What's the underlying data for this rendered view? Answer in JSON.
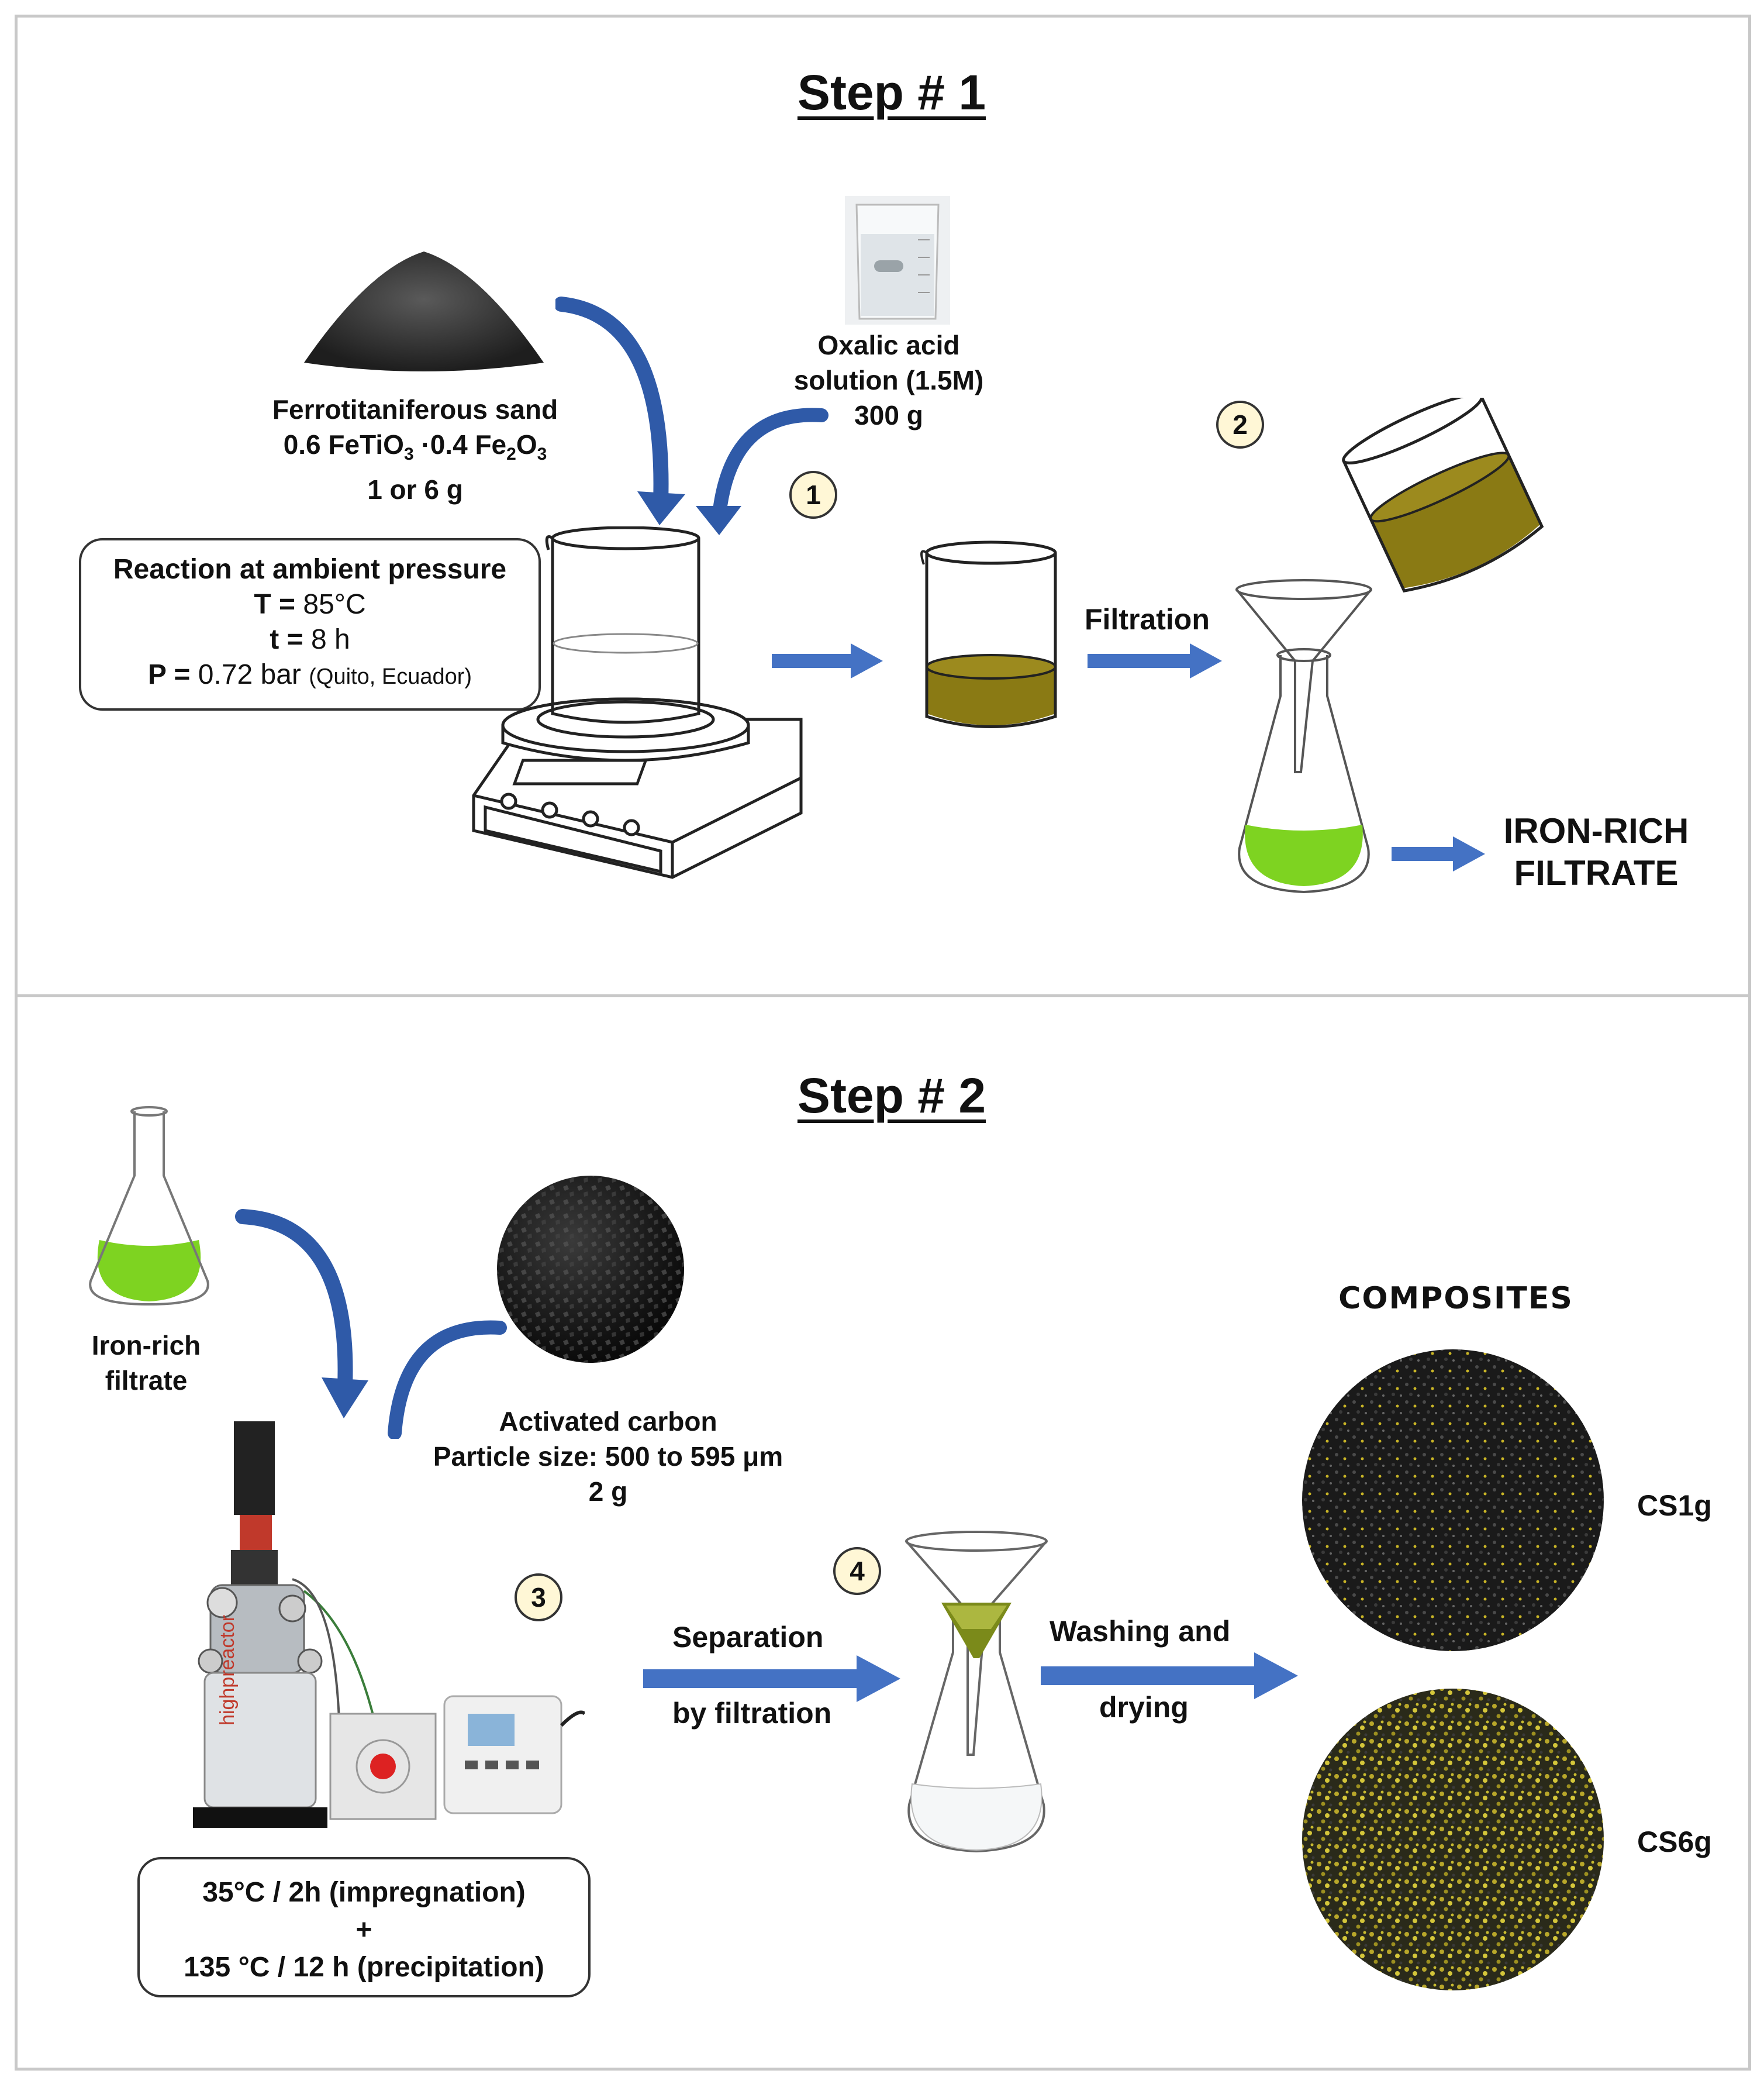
{
  "step1": {
    "title": "Step # 1",
    "sand": {
      "name": "Ferrotitaniferous sand",
      "formula_a": "0.6 FeTiO",
      "formula_a_sub": "3",
      "formula_mid": " ·0.4 Fe",
      "formula_b_sub": "2",
      "formula_c": "O",
      "formula_c_sub": "3",
      "mass": "1 or 6 g"
    },
    "acid": {
      "line1": "Oxalic acid",
      "line2": "solution (1.5M)",
      "line3": "300 g"
    },
    "conditions": {
      "heading": "Reaction at ambient pressure",
      "t_label": "T =",
      "t_value": "85°C",
      "time_label": "t =",
      "time_value": "8 h",
      "p_label": "P =",
      "p_value": "0.72 bar",
      "p_note": "(Quito, Ecuador)"
    },
    "marker1": "1",
    "marker2": "2",
    "filtration_label": "Filtration",
    "output_line1": "IRON-RICH",
    "output_line2": "FILTRATE"
  },
  "step2": {
    "title": "Step # 2",
    "filtrate_line1": "Iron-rich",
    "filtrate_line2": "filtrate",
    "carbon": {
      "line1": "Activated carbon",
      "line2": "Particle size: 500 to 595 μm",
      "line3": "2 g"
    },
    "reactor_brand": "highpreactor",
    "conditions": {
      "line1": "35°C / 2h (impregnation)",
      "line2": "+",
      "line3": "135 °C / 12 h (precipitation)"
    },
    "marker3": "3",
    "marker4": "4",
    "separation_line1": "Separation",
    "separation_line2": "by filtration",
    "washing_line1": "Washing and",
    "washing_line2": "drying",
    "composites_title": "COMPOSITES",
    "cs1": "CS1g",
    "cs6": "CS6g"
  },
  "colors": {
    "arrow_blue": "#4472c4",
    "curved_arrow_blue": "#2f5aa8",
    "brown_solution": "#8a7a14",
    "green_filtrate": "#7ed321",
    "marker_fill": "#fff7d6"
  }
}
